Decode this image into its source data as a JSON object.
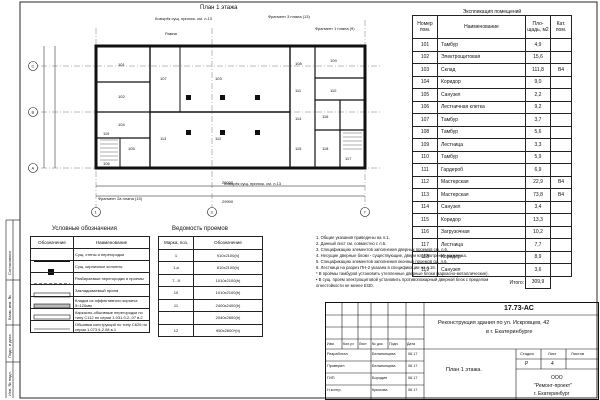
{
  "plan_title": "План 1 этажа",
  "room_table": {
    "title": "Экспликация помещений",
    "headers": [
      "Номер пом.",
      "Наименование",
      "Пло- щадь, м2",
      "Кат. пом."
    ],
    "rows": [
      [
        "101",
        "Тамбур",
        "4,9",
        ""
      ],
      [
        "102",
        "Электрощитовая",
        "15,6",
        ""
      ],
      [
        "103",
        "Склад",
        "111,8",
        "В4"
      ],
      [
        "104",
        "Коридор",
        "9,0",
        ""
      ],
      [
        "105",
        "Санузел",
        "2,2",
        ""
      ],
      [
        "106",
        "Лестничная клетка",
        "9,2",
        ""
      ],
      [
        "107",
        "Тамбур",
        "3,7",
        ""
      ],
      [
        "108",
        "Тамбур",
        "5,6",
        ""
      ],
      [
        "109",
        "Лестница",
        "3,3",
        ""
      ],
      [
        "110",
        "Тамбур",
        "5,9",
        ""
      ],
      [
        "111",
        "Гардероб",
        "6,9",
        ""
      ],
      [
        "112",
        "Мастерская",
        "22,9",
        "В4"
      ],
      [
        "113",
        "Мастерская",
        "73,8",
        "В4"
      ],
      [
        "114",
        "Санузел",
        "3,4",
        ""
      ],
      [
        "115",
        "Коридор",
        "13,3",
        ""
      ],
      [
        "116",
        "Загрузочная",
        "10,2",
        ""
      ],
      [
        "117",
        "Лестница",
        "7,7",
        ""
      ],
      [
        "118",
        "Коридор",
        "8,9",
        ""
      ],
      [
        "119",
        "Санузел",
        "3,6",
        ""
      ]
    ],
    "total_label": "Итого:",
    "total_value": "309,9"
  },
  "legend": {
    "title": "Условные обозначения",
    "headers": [
      "Обозначение",
      "Наименование"
    ],
    "rows": [
      "Сущ. стены и перегородки",
      "Сущ. кирпичные колонны",
      "Разбираемые перегородки и проемы",
      "Закладываемый проем",
      "Кладка из эффективного кирпича δ=120мм",
      "Каркасно-обшивные перегородки по типу С112 по серии 1.031.9-2.-07 в.2",
      "Обшивка конструкций по типу С626 по серии 1.073.9-2.08 в.1"
    ]
  },
  "openings": {
    "title": "Ведомость проемов",
    "headers": [
      "Марка, поз.",
      "Обозначение"
    ],
    "rows": [
      [
        "1",
        "910х2100(h)"
      ],
      [
        "1,а",
        "810х2100(h)"
      ],
      [
        "7...9",
        "1010х2100(h)"
      ],
      [
        "10",
        "1010х2100(h)"
      ],
      [
        "11",
        "2400х2400(h)"
      ],
      [
        "",
        "2040х2600(h)"
      ],
      [
        "12",
        "950х2600*(h)"
      ]
    ]
  },
  "notes": [
    "1. Общие указания приведены на л.1.",
    "2. Данный лист см. совместно с л.5.",
    "3. Спецификацию элементов заполнения дверных проемов см. л.6.",
    "4. Несущие дверные блоки - существующие, двери на усмотрение заказчика.",
    "5. Спецификацию элементов заполнения оконных проемов см. л.6.",
    "6. Лестница на разрез ПН-2 указана в спецификации на л.16.",
    "* В проёмы тамбуров установить утепленные дверные блоки (каркасно-металлические).",
    "▪ В сущ. проём электрощитовой установить противопожарный дверной блок с пределом",
    "огнестойкости не менее EI30."
  ],
  "stamp": {
    "code": "17.73-АС",
    "project": "Реконструкция здания по ул. Искровцев, 42",
    "city": "в г. Екатеринбурге",
    "sheet_title": "План 1 этажа.",
    "stage_label": "Стадия",
    "sheet_label": "Лист",
    "sheets_label": "Листов",
    "stage": "Р",
    "sheet": "4",
    "org_line1": "ООО",
    "org_line2": "\"Ремонт-проект\"",
    "org_line3": "г. Екатеринбург",
    "col_headers": [
      "Изм.",
      "Кол.уч",
      "Лист",
      "№ док.",
      "Подп.",
      "Дата"
    ],
    "roles": [
      [
        "Разработал",
        "Беланонцева",
        "06.17"
      ],
      [
        "Проверил",
        "Беланонцева",
        "06.17"
      ],
      [
        "ГИП",
        "Бородин",
        "06.17"
      ],
      [
        "Н.контр.",
        "Крылова",
        "06.17"
      ]
    ]
  },
  "plan_labels": {
    "dim_total": "29000",
    "dim_total2": "29900",
    "axis_c": "С",
    "axis_b": "В",
    "axis_a": "А",
    "axis_1": "1",
    "axis_3": "3",
    "axis_7": "7",
    "frag1": "Фрагмент 1 плана (9)",
    "frag2": "Фрагмент 2а плана (15)",
    "frag3": "Фрагмент 3 плана (13)",
    "roof1": "Козырёк сущ. прилож. см. л.13",
    "roof2": "Козырёк сущ. прилож. см. л.13",
    "ramp": "Рампа",
    "room_tags": [
      "101",
      "102",
      "103",
      "104",
      "105",
      "106",
      "107",
      "108",
      "109",
      "110",
      "111",
      "112",
      "113",
      "114",
      "115",
      "116",
      "117",
      "118",
      "119"
    ]
  },
  "side_labels": [
    "Согласовано",
    "Взам. инв. №",
    "Подп. и дата",
    "Инв. № подл."
  ]
}
